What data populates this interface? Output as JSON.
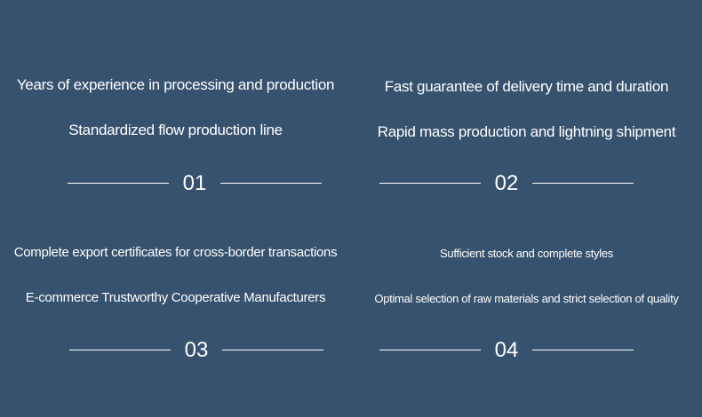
{
  "colors": {
    "background": "#36526e",
    "text": "#ffffff"
  },
  "features": [
    {
      "line1": "Years of experience in processing and production",
      "line2": "Standardized flow production line",
      "number": "01"
    },
    {
      "line1": "Fast guarantee of delivery time and duration",
      "line2": "Rapid mass production and lightning shipment",
      "number": "02"
    },
    {
      "line1": "Complete export certificates for cross-border transactions",
      "line2": "E-commerce Trustworthy Cooperative Manufacturers",
      "number": "03"
    },
    {
      "line1": "Sufficient stock and complete styles",
      "line2": "Optimal selection of raw materials and strict selection of quality",
      "number": "04"
    }
  ]
}
